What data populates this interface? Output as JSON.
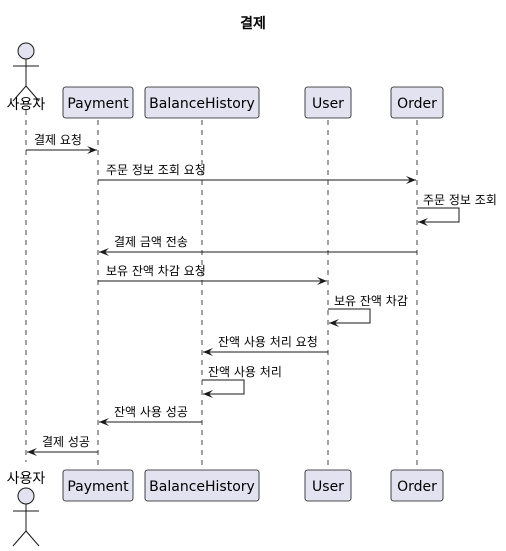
{
  "diagram": {
    "title": "결제",
    "participants": [
      {
        "id": "user-actor",
        "label": "사용자",
        "kind": "actor"
      },
      {
        "id": "payment",
        "label": "Payment",
        "kind": "participant"
      },
      {
        "id": "balance-history",
        "label": "BalanceHistory",
        "kind": "participant"
      },
      {
        "id": "user",
        "label": "User",
        "kind": "participant"
      },
      {
        "id": "order",
        "label": "Order",
        "kind": "participant"
      }
    ],
    "messages": [
      {
        "from": 0,
        "to": 1,
        "label": "결제 요청"
      },
      {
        "from": 1,
        "to": 4,
        "label": "주문 정보 조회 요청"
      },
      {
        "from": 4,
        "to": 4,
        "label": "주문 정보 조회"
      },
      {
        "from": 4,
        "to": 1,
        "label": "결제 금액 전송"
      },
      {
        "from": 1,
        "to": 3,
        "label": "보유 잔액 차감 요청"
      },
      {
        "from": 3,
        "to": 3,
        "label": "보유 잔액 차감"
      },
      {
        "from": 3,
        "to": 2,
        "label": "잔액 사용 처리 요청"
      },
      {
        "from": 2,
        "to": 2,
        "label": "잔액 사용 처리"
      },
      {
        "from": 2,
        "to": 1,
        "label": "잔액 사용 성공"
      },
      {
        "from": 1,
        "to": 0,
        "label": "결제 성공"
      }
    ],
    "colors": {
      "participant_fill": "#E2E2F0",
      "line": "#181818"
    }
  }
}
